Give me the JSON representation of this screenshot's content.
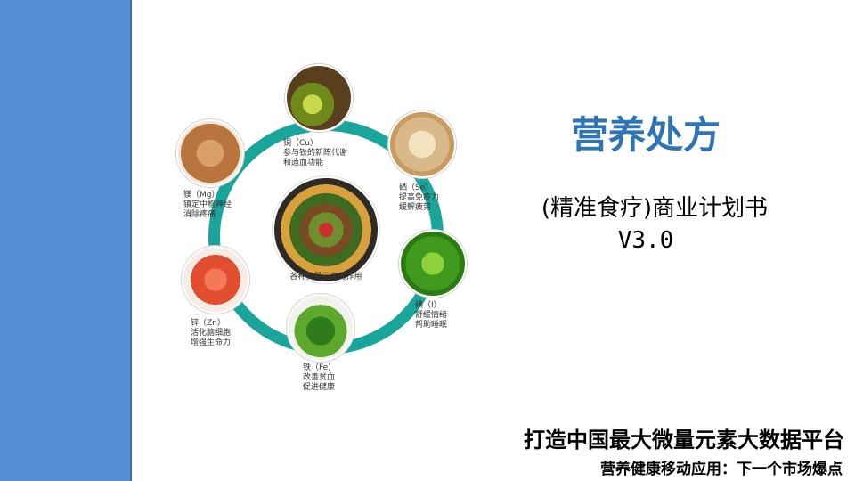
{
  "title": "营养处方",
  "subtitle": "(精准食疗)商业计划书",
  "version": "V3.0",
  "tagline": "打造中国最大微量元素大数据平台",
  "tagline2": "营养健康移动应用：下一个市场爆点",
  "diagram": {
    "center_caption": "各种微量元素的作用",
    "elements": {
      "cu": {
        "name": "铜（Cu）",
        "line1": "参与铁的新陈代谢",
        "line2": "和造血功能"
      },
      "se": {
        "name": "硒（Se）",
        "line1": "提高免疫力",
        "line2": "缓解疲劳"
      },
      "mg": {
        "name": "镁（Mg）",
        "line1": "镇定中枢神经",
        "line2": "消除疼痛"
      },
      "i": {
        "name": "碘（I）",
        "line1": "舒缓情绪",
        "line2": "帮助睡眠"
      },
      "zn": {
        "name": "锌（Zn）",
        "line1": "活化脑细胞",
        "line2": "增强生命力"
      },
      "fe": {
        "name": "铁（Fe）",
        "line1": "改善贫血",
        "line2": "促进健康"
      }
    }
  },
  "colors": {
    "sidebar": "#558ed5",
    "ring": "#1aa59a",
    "title": "#2e75b6"
  }
}
